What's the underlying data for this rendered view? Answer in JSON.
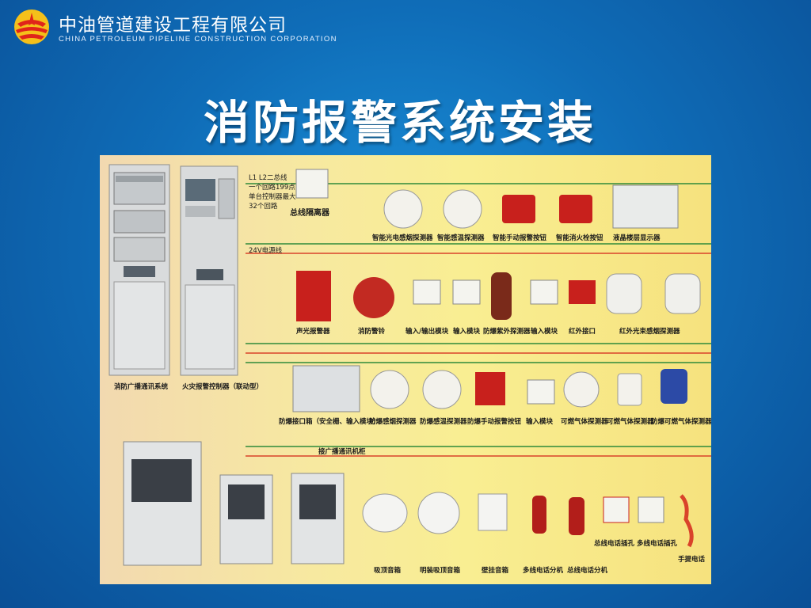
{
  "header": {
    "company_cn": "中油管道建设工程有限公司",
    "company_en": "CHINA PETROLEUM PIPELINE CONSTRUCTION CORPORATION"
  },
  "slide": {
    "title": "消防报警系统安装"
  },
  "diagram": {
    "bus_notes": {
      "line1": "L1 L2二总线",
      "line2": "一个回路199点",
      "line3": "单台控制器最大",
      "line4": "32个回路",
      "power": "24V电源线",
      "broadcast": "接广播通讯机柜"
    },
    "row1": [
      "总线隔离器",
      "智能光电感烟探测器",
      "智能感温探测器",
      "智能手动报警按钮",
      "智能消火栓按钮",
      "液晶楼层显示器"
    ],
    "row2": [
      "声光报警器",
      "消防警铃",
      "输入/输出模块",
      "输入模块",
      "防爆紫外探测器",
      "输入模块",
      "红外接口",
      "红外光束感烟探测器"
    ],
    "cabinets": [
      "消防广播通讯系统",
      "火灾报警控制器（联动型）"
    ],
    "row3": [
      "防爆接口箱（安全栅、输入模块）",
      "防爆感烟探测器",
      "防爆感温探测器",
      "防爆手动报警按钮",
      "输入模块",
      "可燃气体探测器",
      "可燃气体探测器",
      "防爆可燃气体探测器"
    ],
    "row4": [
      "吸顶音箱",
      "明装吸顶音箱",
      "壁挂音箱",
      "多线电话分机",
      "总线电话分机",
      "总线电话插孔",
      "多线电话插孔",
      "手提电话"
    ]
  },
  "colors": {
    "bus_green": "#2f8a3a",
    "power_red": "#d9432a",
    "device_red": "#c8201c"
  }
}
